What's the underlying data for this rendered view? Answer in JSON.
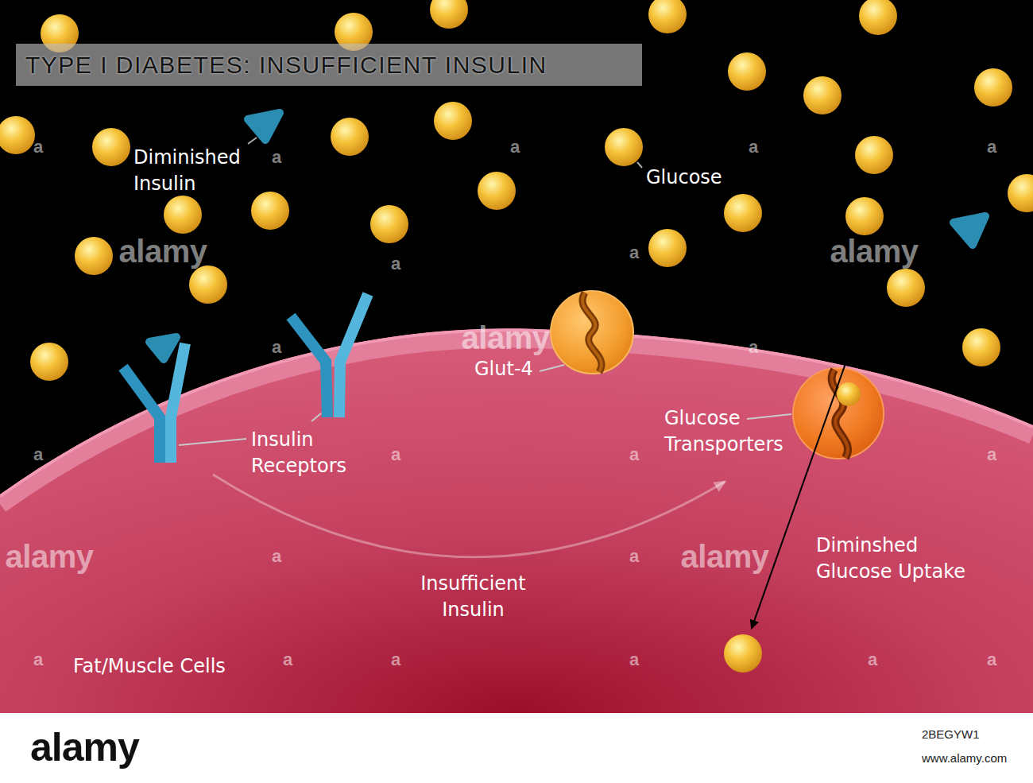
{
  "diagram": {
    "title": "TYPE I DIABETES: INSUFFICIENT INSULIN",
    "nodes": [
      {
        "text": [
          "Fat/Muscle Cells"
        ]
      }
    ],
    "labels": [
      "Diminished Insulin",
      "Glucose",
      "Insulin Receptors",
      "Glut-4",
      "Glucose Transporters",
      "Diminshed Glucose Uptake",
      "Insufficient Insulin",
      "alamy",
      "alamy",
      "alamy",
      "alamy",
      "alamy",
      "a",
      "a",
      "a",
      "a",
      "a",
      "a",
      "a",
      "a",
      "a",
      "a",
      "a",
      "a",
      "a",
      "a",
      "a",
      "a",
      "a",
      "a",
      "a",
      "a",
      "a",
      "alamy",
      "2BEGYW1",
      "www.alamy.com"
    ]
  }
}
